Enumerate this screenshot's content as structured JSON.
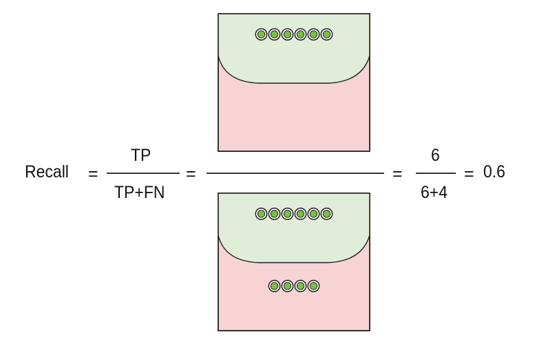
{
  "formula": {
    "label": "Recall",
    "equals": "=",
    "numerator": "TP",
    "denominator": "TP+FN",
    "num_value": "6",
    "den_value": "6+4",
    "result": "0.6"
  },
  "top_box": {
    "green_dots": 6,
    "red_dots": 0
  },
  "bottom_box": {
    "green_dots": 6,
    "red_dots": 4
  },
  "colors": {
    "green_region": "#e0edd9",
    "red_region": "#f7d3d3",
    "dot_fill": "#7bc043",
    "outline": "#222222"
  }
}
